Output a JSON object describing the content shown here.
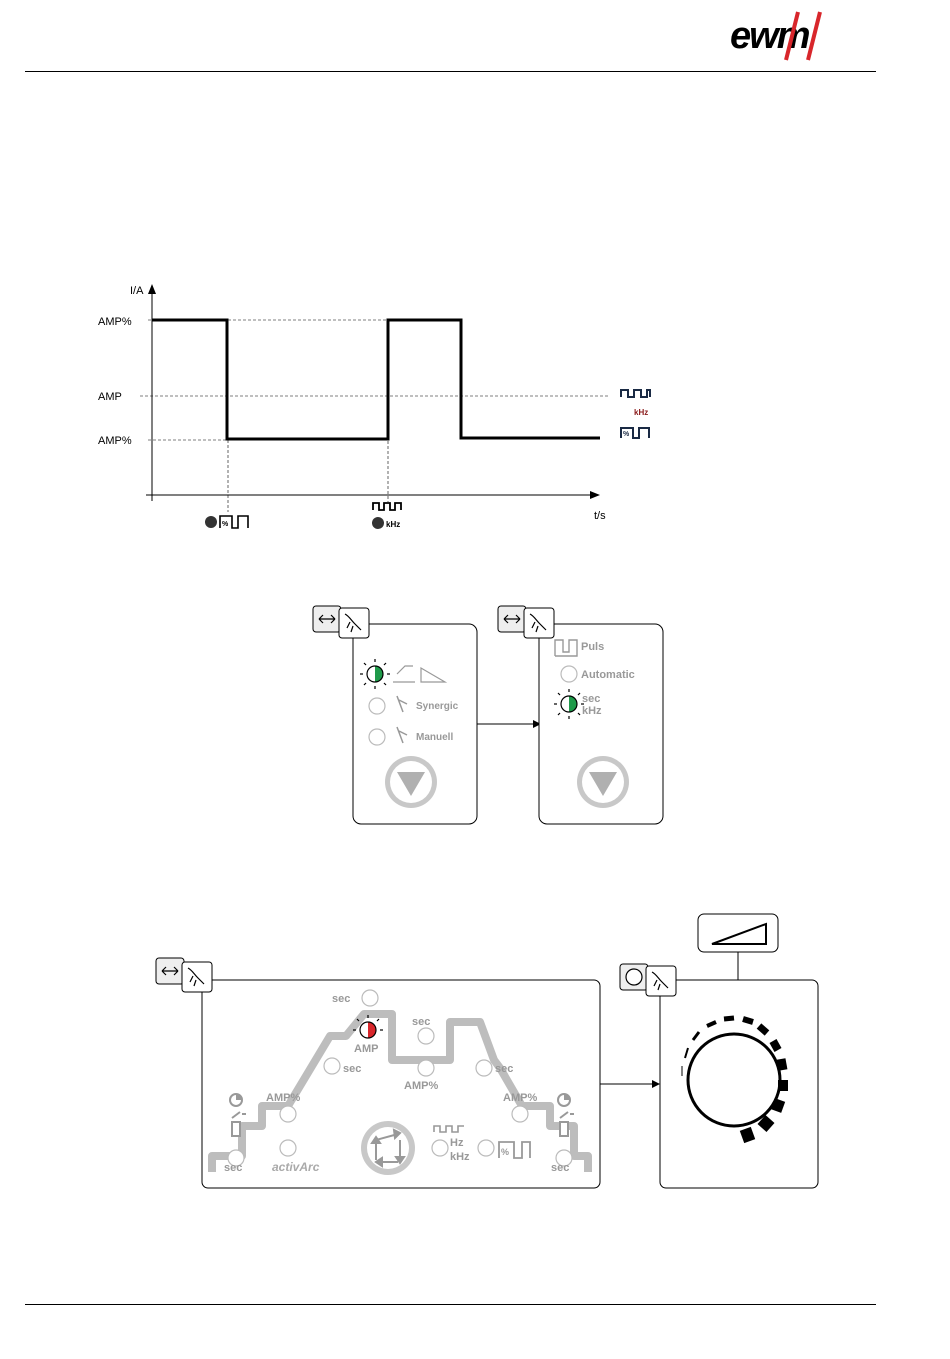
{
  "header": {
    "logo_text": "ewm"
  },
  "pulse_chart": {
    "y_axis_label": "I/A",
    "x_axis_label": "t/s",
    "level_labels": {
      "top": "AMP%",
      "mid": "AMP",
      "low": "AMP%"
    },
    "legend": {
      "khz": "kHz",
      "pct": "%"
    },
    "markers": [
      {
        "label": "%"
      },
      {
        "label": "kHz"
      }
    ]
  },
  "panel_a": {
    "items": [
      {
        "label": ""
      },
      {
        "label": "Synergic"
      },
      {
        "label": "Manuell"
      }
    ]
  },
  "panel_b": {
    "items": [
      {
        "label": "Puls"
      },
      {
        "label": "Automatic"
      },
      {
        "label": "sec"
      },
      {
        "label": "kHz"
      }
    ]
  },
  "sequence_panel": {
    "labels": {
      "sec_top": "sec",
      "amp_active": "AMP",
      "sec_upper_right": "sec",
      "sec_left_mid": "sec",
      "amp_pct_mid": "AMP%",
      "sec_right_mid": "sec",
      "amp_pct_left": "AMP%",
      "amp_pct_right": "AMP%",
      "sec_bottom_left": "sec",
      "activarc": "activArc",
      "hz": "Hz",
      "khz": "kHz",
      "pct": "%",
      "sec_bottom_right": "sec"
    }
  },
  "colors": {
    "led_green": "#1f9a4a",
    "led_red": "#d8262b",
    "logo_red": "#d8262b",
    "panel_gray": "#b8b8b8"
  }
}
